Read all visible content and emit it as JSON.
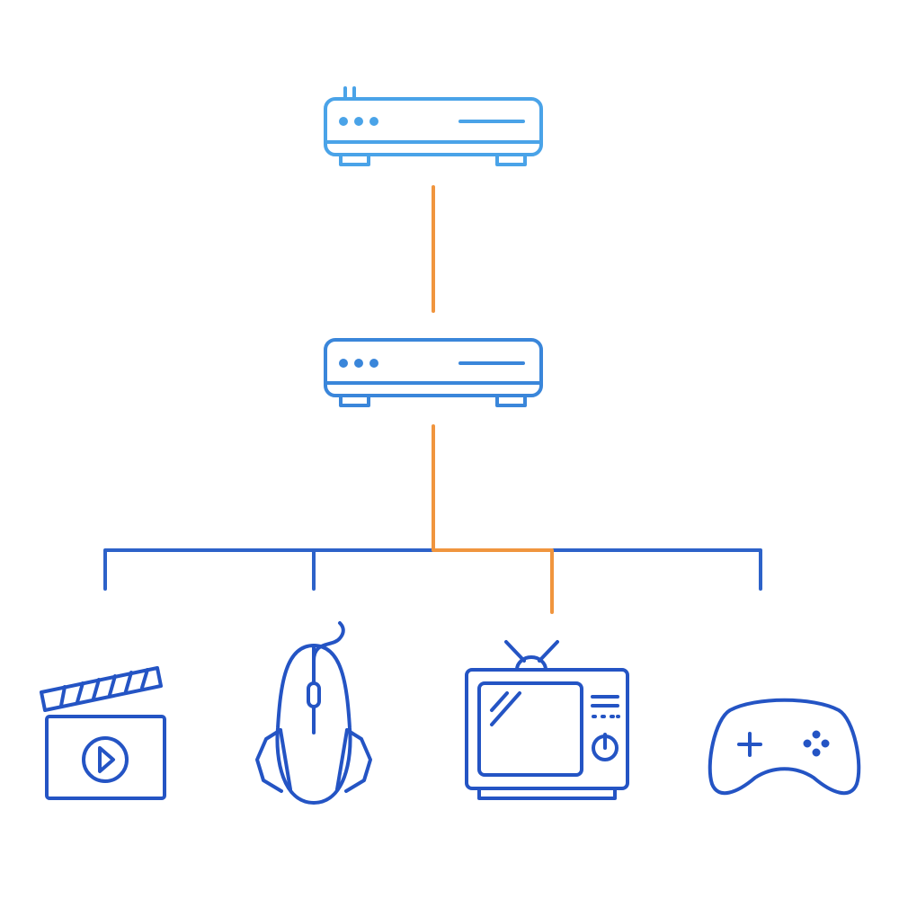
{
  "colors": {
    "router_top": "#4aa3e8",
    "router_mid": "#3a86da",
    "devices": "#2454c4",
    "tree": "#2d62c9",
    "active_link": "#f0953e",
    "background": "#ffffff"
  },
  "nodes": [
    {
      "id": "modem",
      "icon": "router-icon"
    },
    {
      "id": "router",
      "icon": "router-icon"
    },
    {
      "id": "media",
      "icon": "clapperboard-icon"
    },
    {
      "id": "computer",
      "icon": "mouse-icon"
    },
    {
      "id": "tv",
      "icon": "tv-icon"
    },
    {
      "id": "console",
      "icon": "gamepad-icon"
    }
  ],
  "active_path": [
    "modem",
    "router",
    "tv"
  ]
}
